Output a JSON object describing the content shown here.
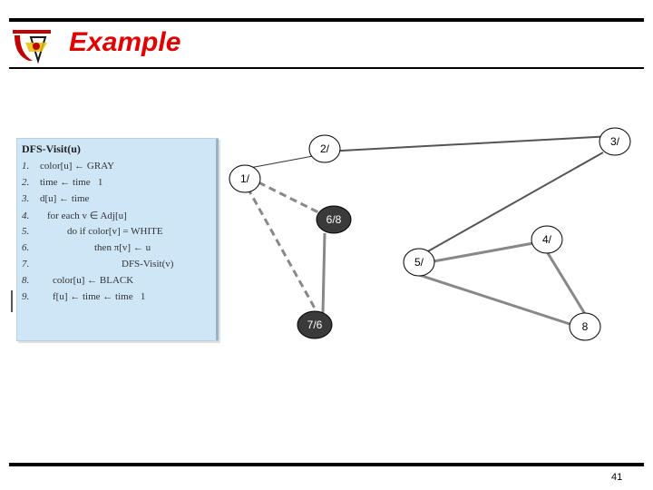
{
  "slide": {
    "title": "Example",
    "page_number": "41",
    "logo_icon": "university-logo-icon",
    "title_color": "#e00000"
  },
  "pseudocode": {
    "title": "DFS-Visit(u)",
    "lines": [
      {
        "num": "1.",
        "text": "color[u] ← GRAY"
      },
      {
        "num": "2.",
        "text": "time ← time   1"
      },
      {
        "num": "3.",
        "text": "d[u] ← time"
      },
      {
        "num": "4.",
        "text": "for each v ∈ Adj[u]"
      },
      {
        "num": "5.",
        "text": "do if color[v] = WHITE"
      },
      {
        "num": "6.",
        "text": "then π[v] ← u"
      },
      {
        "num": "7.",
        "text": "DFS-Visit(v)"
      },
      {
        "num": "8.",
        "text": "color[u] ← BLACK"
      },
      {
        "num": "9.",
        "text": "f[u] ← time ← time   1"
      }
    ]
  },
  "graph": {
    "nodes": [
      {
        "label": "1/",
        "color": "white"
      },
      {
        "label": "2/",
        "color": "white"
      },
      {
        "label": "3/",
        "color": "white"
      },
      {
        "label": "4/",
        "color": "white"
      },
      {
        "label": "5/",
        "color": "white"
      },
      {
        "label": "6/8",
        "color": "dark"
      },
      {
        "label": "7/6",
        "color": "dark"
      },
      {
        "label": "8",
        "color": "white"
      }
    ],
    "edges": [
      {
        "from": "2/",
        "to": "3/",
        "style": "solid"
      },
      {
        "from": "1/",
        "to": "2/",
        "style": "solid-thin"
      },
      {
        "from": "1/",
        "to": "6/8",
        "style": "dashed"
      },
      {
        "from": "1/",
        "to": "7/6",
        "style": "dashed"
      },
      {
        "from": "6/8",
        "to": "7/6",
        "style": "solid"
      },
      {
        "from": "3/",
        "to": "5/",
        "style": "solid"
      },
      {
        "from": "4/",
        "to": "5/",
        "style": "solid"
      },
      {
        "from": "5/",
        "to": "8",
        "style": "solid"
      },
      {
        "from": "4/",
        "to": "8",
        "style": "solid"
      }
    ]
  }
}
